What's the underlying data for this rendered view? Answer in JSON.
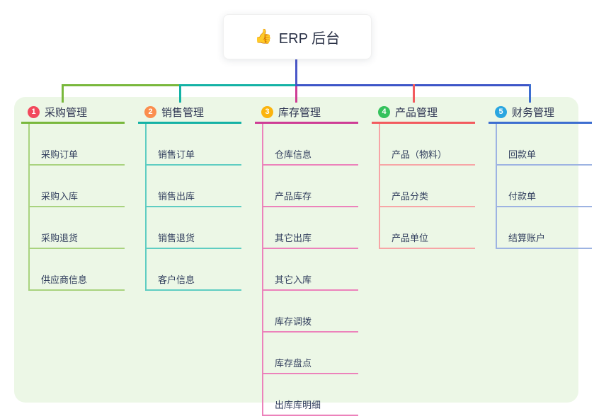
{
  "root": {
    "icon": "👍",
    "icon_name": "thumbs-up-icon",
    "label": "ERP 后台"
  },
  "colors": {
    "panel_background": "#ecf7e6",
    "trunk_line": "#4a57c8",
    "title_text": "#2b3250",
    "child_text": "#323f5e"
  },
  "branches": [
    {
      "index": "1",
      "label": "采购管理",
      "color": "#79b83c",
      "light_color": "#a9d37f",
      "badge_color": "#f2495c",
      "children": [
        "采购订单",
        "采购入库",
        "采购退货",
        "供应商信息"
      ]
    },
    {
      "index": "2",
      "label": "销售管理",
      "color": "#14b2a5",
      "light_color": "#5fcdc2",
      "badge_color": "#fb8e4e",
      "children": [
        "销售订单",
        "销售出库",
        "销售退货",
        "客户信息"
      ]
    },
    {
      "index": "3",
      "label": "库存管理",
      "color": "#ce3d95",
      "light_color": "#ec82bb",
      "badge_color": "#fbb40e",
      "children": [
        "仓库信息",
        "产品库存",
        "其它出库",
        "其它入库",
        "库存调拨",
        "库存盘点",
        "出库库明细"
      ]
    },
    {
      "index": "4",
      "label": "产品管理",
      "color": "#f25b5e",
      "light_color": "#f7a5a6",
      "badge_color": "#35c25d",
      "children": [
        "产品（物料）",
        "产品分类",
        "产品单位"
      ]
    },
    {
      "index": "5",
      "label": "财务管理",
      "color": "#3d6ed0",
      "light_color": "#9db3e2",
      "badge_color": "#2aa6e0",
      "children": [
        "回款单",
        "付款单",
        "结算账户"
      ]
    }
  ]
}
